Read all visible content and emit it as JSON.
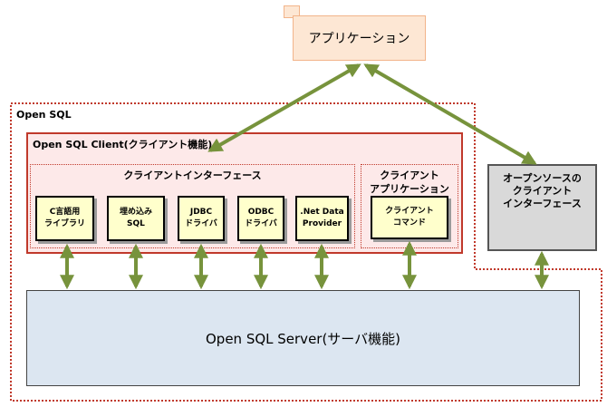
{
  "application": {
    "label": "アプリケーション"
  },
  "open_sql": {
    "label": "Open SQL"
  },
  "client": {
    "label": "Open SQL Client(クライアント機能)",
    "client_interface": {
      "label": "クライアントインターフェース"
    },
    "client_app": {
      "label_line1": "クライアント",
      "label_line2": "アプリケーション"
    },
    "modules": {
      "c_lib": "C言語用\nライブラリ",
      "embedded_sql": "埋め込み\nSQL",
      "jdbc": "JDBC\nドライバ",
      "odbc": "ODBC\nドライバ",
      "dotnet": ".Net Data\nProvider",
      "client_command": "クライアント\nコマンド"
    }
  },
  "open_source_interface": {
    "label": "オープンソースの\nクライアント\nインターフェース"
  },
  "server": {
    "label": "Open SQL Server(サーバ機能)"
  },
  "colors": {
    "arrow": "#77933c",
    "boundary": "#c0392b",
    "client_fill": "#fde9e9",
    "module_fill": "#ffffcc",
    "server_fill": "#dce6f1",
    "app_fill": "#fde7d4",
    "oss_fill": "#d9d9d9"
  }
}
